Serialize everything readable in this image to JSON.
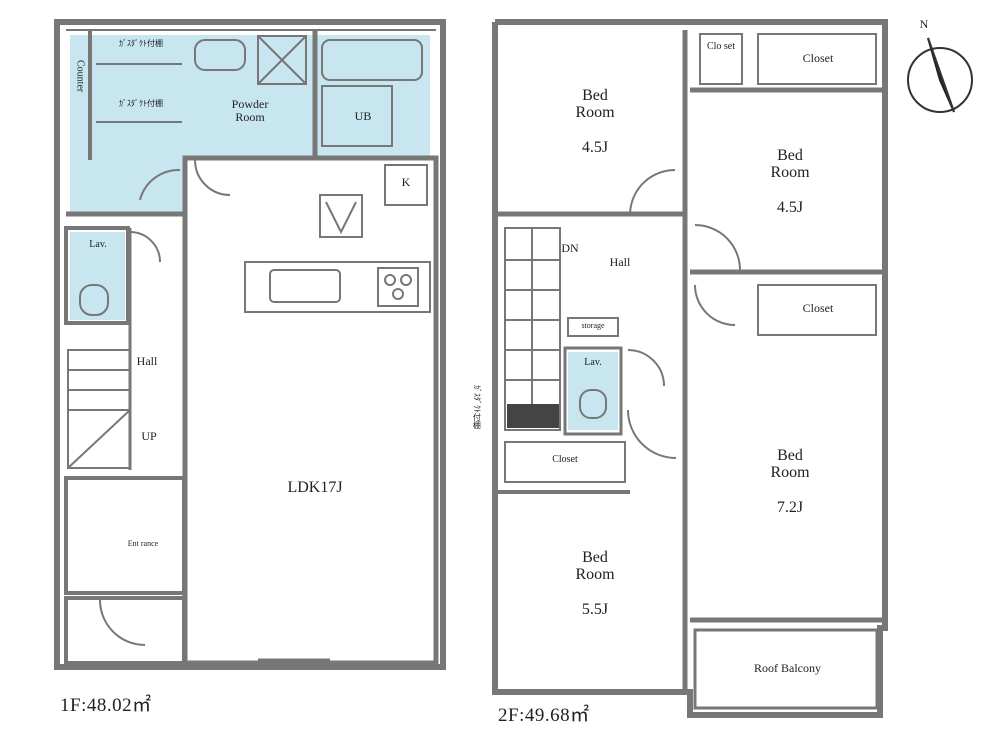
{
  "floor1": {
    "area_label": "1F:48.02㎡",
    "rooms": {
      "counter": "Counter",
      "powder_room": "Powder Room",
      "ub": "UB",
      "lav": "Lav.",
      "hall": "Hall",
      "up": "UP",
      "ldk": "LDK17J",
      "entrance": "Ent rance",
      "k_mark": "K",
      "shelf_notes": [
        "ｶﾞｽﾀﾞｸﾄ付棚",
        "ｶﾞｽﾀﾞｸﾄ付棚"
      ]
    }
  },
  "floor2": {
    "area_label": "2F:49.68㎡",
    "rooms": {
      "bed1_name": "Bed Room",
      "bed1_size": "4.5J",
      "bed2_name": "Bed Room",
      "bed2_size": "4.5J",
      "bed3_name": "Bed Room",
      "bed3_size": "7.2J",
      "bed4_name": "Bed Room",
      "bed4_size": "5.5J",
      "closet_top": "Closet",
      "closet_small": "Clo set",
      "closet_mid": "Closet",
      "closet_hall": "Closet",
      "storage": "storage",
      "hall": "Hall",
      "dn": "DN",
      "lav": "Lav.",
      "roof_balcony": "Roof Balcony",
      "side_note": "ｶﾞｽﾀﾞｸﾄ付棚"
    }
  },
  "compass": {
    "label": "N"
  },
  "colors": {
    "wet_area": "#c8e6ef",
    "wall": "#777777",
    "line": "#555555"
  }
}
